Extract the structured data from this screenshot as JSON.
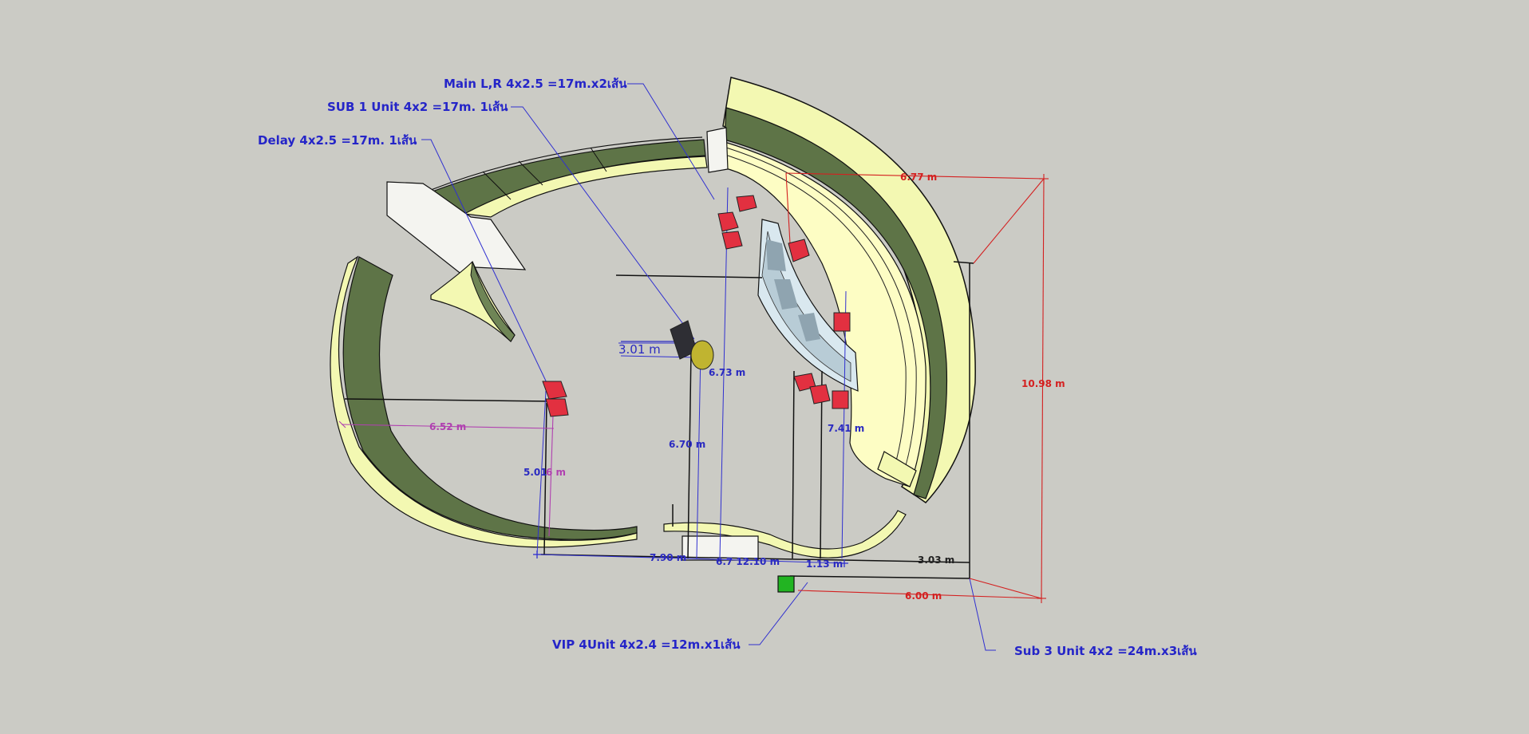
{
  "callouts": {
    "main_lr": "Main L,R 4x2.5 =17m.x2เส้น",
    "sub1": "SUB 1 Unit 4x2 =17m. 1เส้น",
    "delay": "Delay 4x2.5 =17m. 1เส้น",
    "vip": "VIP 4Unit 4x2.4 =12m.x1เส้น",
    "sub3": "Sub 3 Unit 4x2 =24m.x3เส้น"
  },
  "dimensions": {
    "d_677": "6.77 m",
    "d_1098": "10.98 m",
    "d_600": "6.00 m",
    "d_303": "3.03 m",
    "d_301": "3.01 m",
    "d_673": "6.73 m",
    "d_670": "6.70 m",
    "d_741": "7.41 m",
    "d_652": "6.52 m",
    "d_501": "5.01",
    "d_6m": "6 m",
    "d_790": "7.90 m",
    "d_bottom_mid": "6.7 12.10 m",
    "d_113": "1.13 m"
  },
  "colors": {
    "background": "#cbcbc5",
    "stage_cream": "#f5fbb4",
    "stage_green": "#5e7447",
    "speaker_red": "#e23040",
    "callout_blue": "#2525c8",
    "dim_red": "#d42020",
    "dim_purple": "#b040b0",
    "marker_green": "#22b422"
  }
}
